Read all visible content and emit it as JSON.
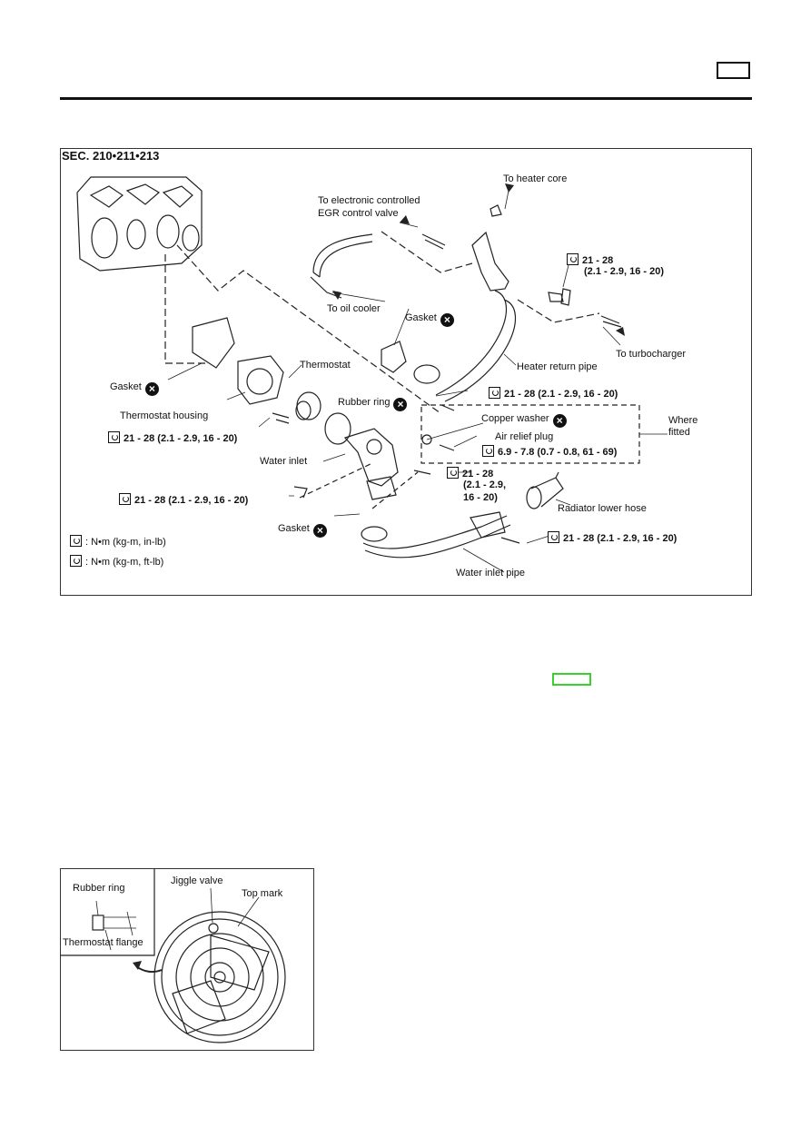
{
  "figure": {
    "section": "SEC. 210•211•213",
    "labels": {
      "to_heater_core": "To heater core",
      "to_egr_1": "To electronic controlled",
      "to_egr_2": "EGR control valve",
      "to_oil_cooler": "To oil cooler",
      "gasket_top": "Gasket",
      "torque_top_1": "21 - 28",
      "torque_top_2": "(2.1 - 2.9, 16 - 20)",
      "to_turbocharger": "To turbocharger",
      "heater_return_pipe": "Heater return pipe",
      "thermostat": "Thermostat",
      "gasket_left": "Gasket",
      "rubber_ring": "Rubber ring",
      "torque_mid": "21 - 28 (2.1 - 2.9, 16 - 20)",
      "thermostat_housing": "Thermostat housing",
      "copper_washer": "Copper washer",
      "where_fitted_1": "Where",
      "where_fitted_2": "fitted",
      "torque_housing": "21 - 28 (2.1 - 2.9, 16 - 20)",
      "air_relief_plug": "Air relief plug",
      "torque_air_relief": "6.9 - 7.8 (0.7 - 0.8, 61 - 69)",
      "water_inlet": "Water inlet",
      "torque_inlet_1": "21 - 28",
      "torque_inlet_2": "(2.1 - 2.9,",
      "torque_inlet_3": "16 - 20)",
      "torque_left": "21 - 28 (2.1 - 2.9, 16 - 20)",
      "radiator_lower_hose": "Radiator lower hose",
      "gasket_bottom": "Gasket",
      "torque_bottom": "21 - 28 (2.1 - 2.9, 16 - 20)",
      "legend_inlb": ": N•m (kg-m, in-lb)",
      "legend_ftlb": ": N•m (kg-m, ft-lb)",
      "water_inlet_pipe": "Water inlet pipe"
    }
  },
  "inset": {
    "rubber_ring": "Rubber ring",
    "thermostat_flange": "Thermostat flange",
    "jiggle_valve": "Jiggle valve",
    "top_mark": "Top mark"
  },
  "icons": {
    "torque": "torque-wrench-icon",
    "replace": "replace-part-icon"
  }
}
